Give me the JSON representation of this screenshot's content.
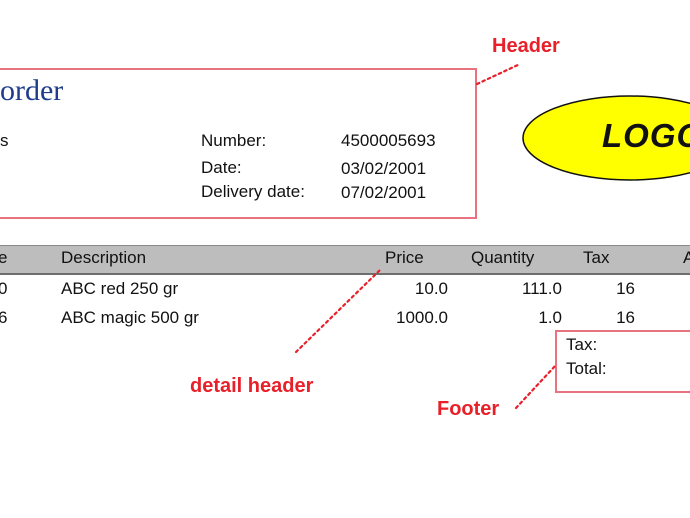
{
  "header": {
    "title_fragment": "order",
    "label_fragment": "s",
    "number_label": "Number:",
    "number_value": "4500005693",
    "date_label": "Date:",
    "date_value": "03/02/2001",
    "delivery_label": "Delivery date:",
    "delivery_value": "07/02/2001"
  },
  "logo": {
    "text": "LOGO",
    "color": "#ffff00"
  },
  "table": {
    "columns": [
      "e",
      "Description",
      "Price",
      "Quantity",
      "Tax",
      "A"
    ],
    "rows": [
      {
        "code": "0",
        "description": "ABC red 250 gr",
        "price": "10.0",
        "quantity": "111.0",
        "tax": "16"
      },
      {
        "code": "6",
        "description": "ABC magic 500 gr",
        "price": "1000.0",
        "quantity": "1.0",
        "tax": "16"
      }
    ]
  },
  "footer": {
    "tax_label": "Tax:",
    "total_label": "Total:"
  },
  "annotations": {
    "header": "Header",
    "detail_header": "detail header",
    "footer": "Footer",
    "color": "#e8202a"
  }
}
